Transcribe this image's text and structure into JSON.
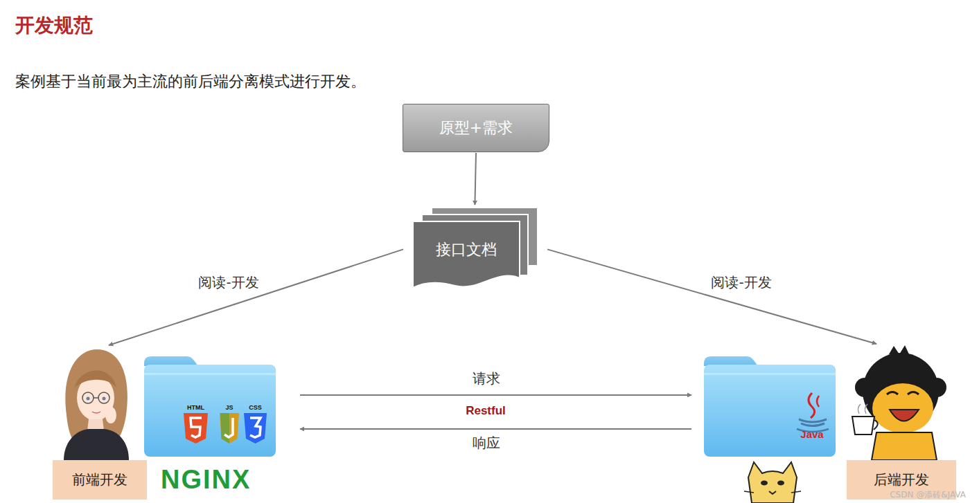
{
  "diagram": {
    "title": "开发规范",
    "nodes": [
      {
        "text": [
          "原型+需求"
        ]
      },
      {
        "text": [
          "接口文档"
        ]
      },
      {
        "text": [
          "前端开发"
        ]
      },
      {
        "text": [
          "HTML",
          "JS",
          "CSS"
        ]
      },
      {
        "text": [
          "Java"
        ]
      },
      {
        "text": [
          "后端开发"
        ]
      }
    ],
    "edges": [
      {
        "from": 0,
        "to": 1,
        "arrow": "to"
      },
      {
        "from": 1,
        "to": 2,
        "label": "阅读-开发",
        "arrow": "to"
      },
      {
        "from": 1,
        "to": 5,
        "label": "阅读-开发",
        "arrow": "to"
      },
      {
        "from": 3,
        "to": 4,
        "label": "请求",
        "arrow": "to"
      },
      {
        "from": 4,
        "to": 3,
        "label": "响应",
        "arrow": "to"
      }
    ],
    "labels": [
      "案例基于当前最为主流的前后端分离模式进行开发。",
      "Restful",
      "NGINX",
      "CSDN @添砖&JAVA"
    ]
  }
}
